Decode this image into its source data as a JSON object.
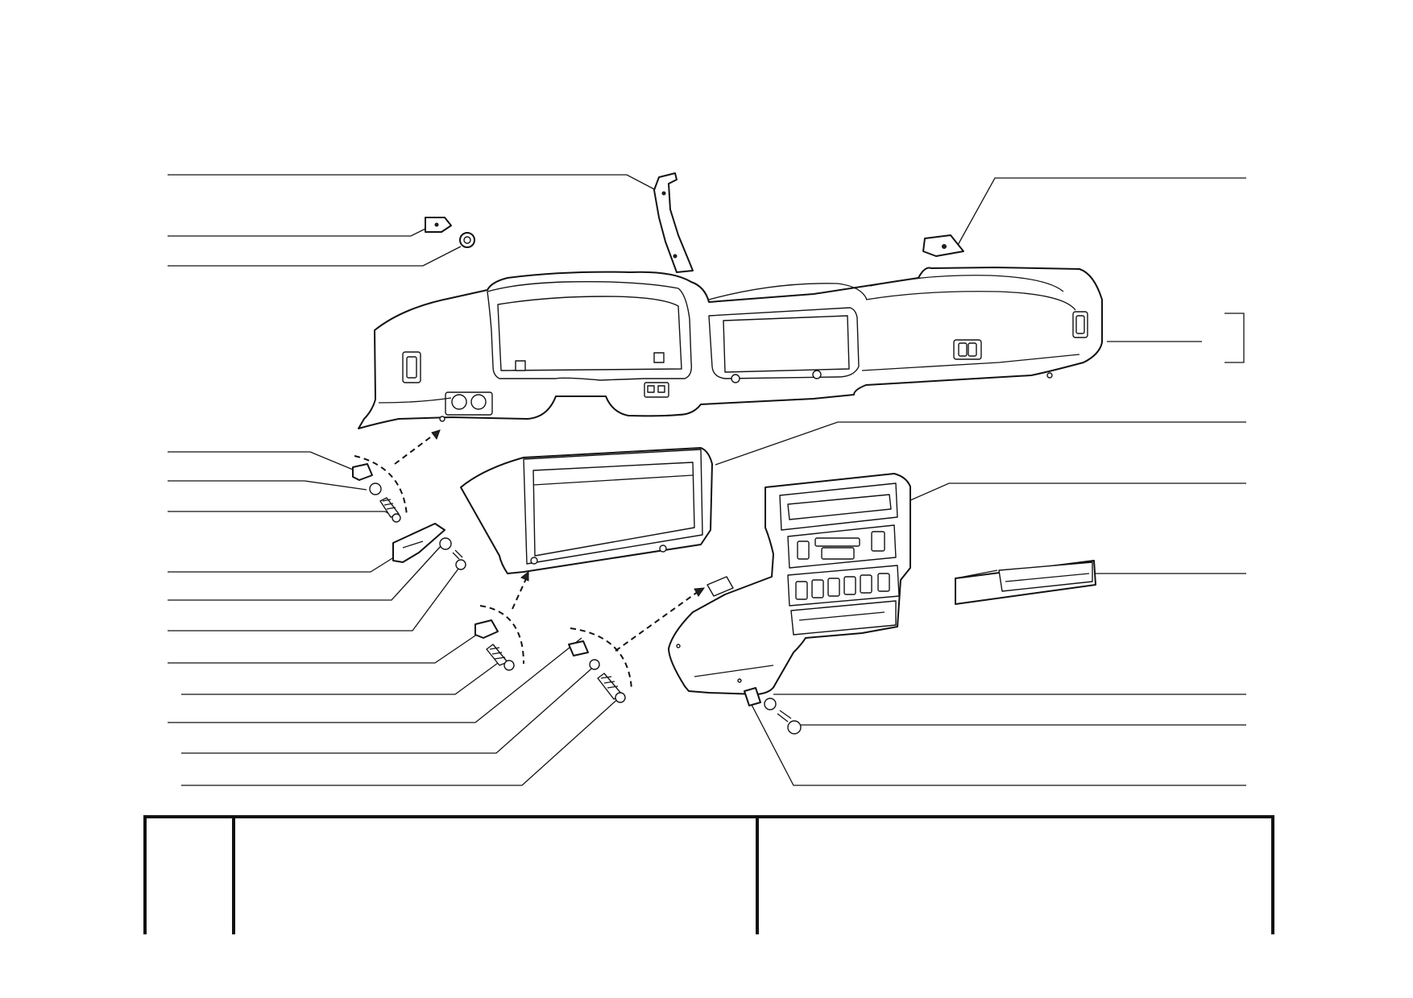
{
  "diagram": {
    "callouts": [
      {
        "id": "c1",
        "label": ""
      },
      {
        "id": "c2",
        "label": ""
      },
      {
        "id": "c3",
        "label": ""
      },
      {
        "id": "c4",
        "label": ""
      },
      {
        "id": "c5",
        "label": ""
      },
      {
        "id": "c6",
        "label": ""
      },
      {
        "id": "c7",
        "label": ""
      },
      {
        "id": "c8",
        "label": ""
      },
      {
        "id": "c9",
        "label": ""
      },
      {
        "id": "c10",
        "label": ""
      },
      {
        "id": "c11",
        "label": ""
      },
      {
        "id": "c12",
        "label": ""
      },
      {
        "id": "c13",
        "label": ""
      },
      {
        "id": "c14",
        "label": ""
      },
      {
        "id": "c15",
        "label": ""
      },
      {
        "id": "c16",
        "label": ""
      },
      {
        "id": "c17",
        "label": ""
      },
      {
        "id": "c18",
        "label": ""
      },
      {
        "id": "c19",
        "label": ""
      },
      {
        "id": "c20",
        "label": ""
      },
      {
        "id": "c21",
        "label": ""
      }
    ]
  },
  "table": {
    "columns": [
      "",
      "",
      ""
    ]
  }
}
